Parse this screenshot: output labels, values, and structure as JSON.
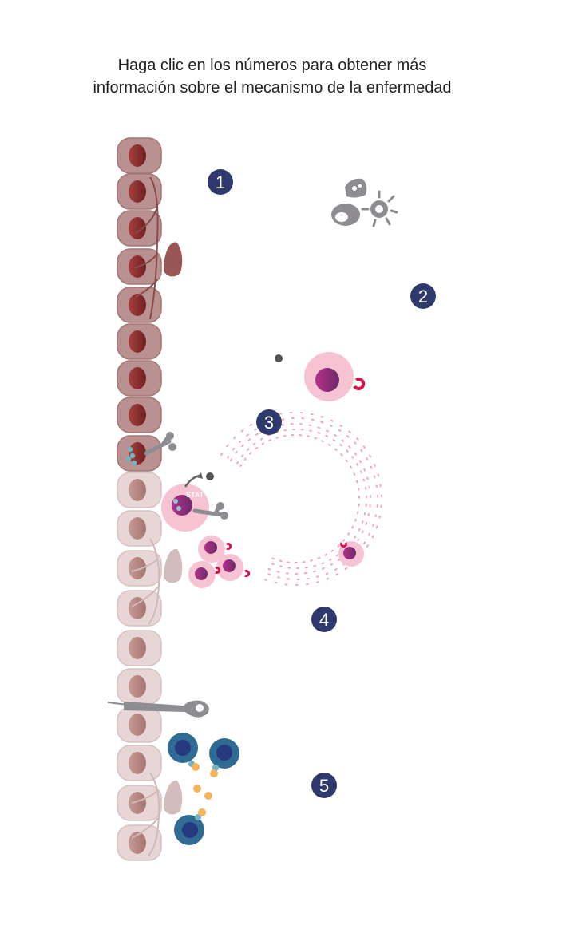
{
  "header": {
    "line1": "Haga clic en los números para obtener más",
    "line2": "información sobre el mecanismo de la enfermedad"
  },
  "hotspots": [
    {
      "label": "1"
    },
    {
      "label": "2"
    },
    {
      "label": "3"
    },
    {
      "label": "4"
    },
    {
      "label": "5"
    }
  ],
  "cell_label": "STAT",
  "colors": {
    "hotspot": "#2e3a6e",
    "cell_dark": "#b99190",
    "nucleus_dark": "#8e3434",
    "cell_light": "#e8d6d6",
    "nucleus_light": "#b98a86",
    "pink_cell": "#f6c3d3",
    "magenta_nucleus": "#9a3778",
    "receptor_red": "#d9154f",
    "grey_ab": "#8d8c90",
    "blue_cell": "#2f6b92",
    "blue_nucleus": "#273a80",
    "yellow_dot": "#f4b35d",
    "teal_dot": "#6fb5c3"
  },
  "icons": [
    "immune-cells-icon",
    "antibody-icon",
    "bone-icon"
  ]
}
